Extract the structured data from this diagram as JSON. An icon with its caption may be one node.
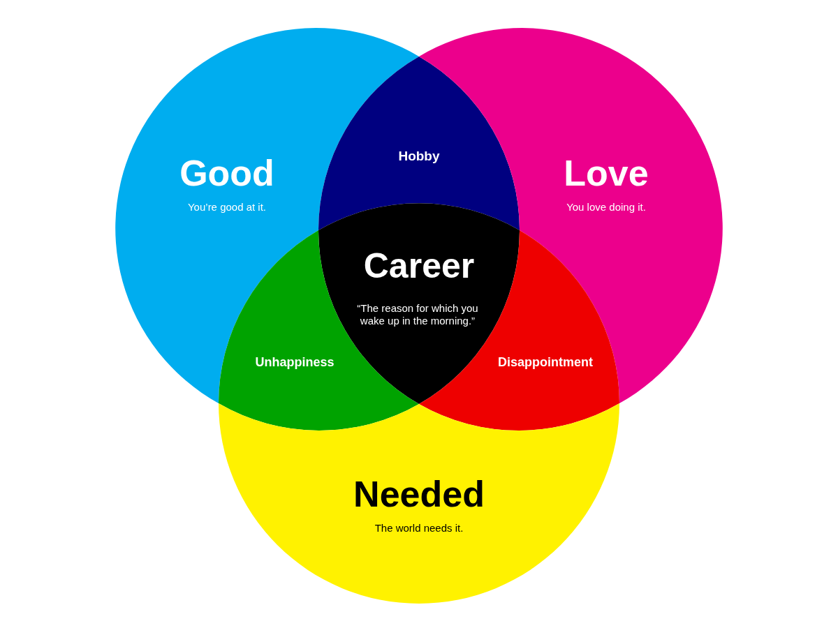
{
  "diagram": {
    "nodes": [
      {
        "text": [
          "Good",
          "You’re good at it."
        ]
      },
      {
        "text": [
          "Hobby"
        ]
      },
      {
        "text": [
          "Love",
          "You love doing it."
        ]
      },
      {
        "text": [
          "Career",
          "“The reason for which you wake up in the morning.”"
        ]
      },
      {
        "text": [
          "Unhappiness"
        ]
      },
      {
        "text": [
          "Disappointment"
        ]
      },
      {
        "text": [
          "Needed",
          "The world needs it."
        ]
      }
    ]
  }
}
